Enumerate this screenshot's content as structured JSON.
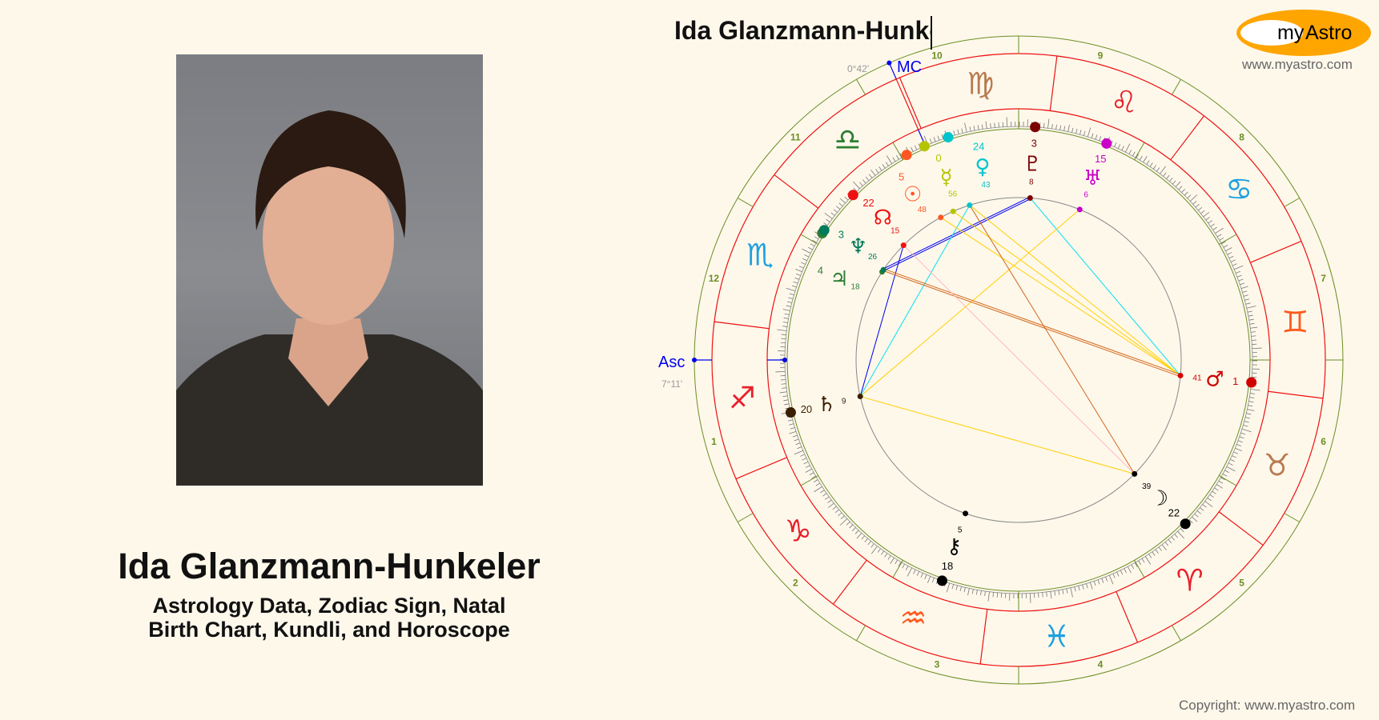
{
  "person": {
    "name": "Ida Glanzmann-Hunkeler",
    "subtitle_line1": "Astrology Data, Zodiac Sign, Natal",
    "subtitle_line2": "Birth Chart, Kundli, and Horoscope"
  },
  "chart_title": "Ida Glanzmann-Hunkeler",
  "logo": {
    "my": "my",
    "astro": "Astro",
    "url": "www.myastro.com",
    "color": "#ffa500"
  },
  "copyright": "Copyright: www.myastro.com",
  "angles": {
    "asc": {
      "label": "Asc",
      "degree": "7°11'",
      "longitude": 247.18
    },
    "mc": {
      "label": "MC",
      "degree": "0°42'",
      "longitude": 180.7
    }
  },
  "houses": [
    "1",
    "2",
    "3",
    "4",
    "5",
    "6",
    "7",
    "8",
    "9",
    "10",
    "11",
    "12"
  ],
  "signs": [
    {
      "name": "aries",
      "glyph": "♈",
      "color": "#e8202a"
    },
    {
      "name": "taurus",
      "glyph": "♉",
      "color": "#b87a50"
    },
    {
      "name": "gemini",
      "glyph": "♊",
      "color": "#ff5a1e"
    },
    {
      "name": "cancer",
      "glyph": "♋",
      "color": "#1ea0e0"
    },
    {
      "name": "leo",
      "glyph": "♌",
      "color": "#e8202a"
    },
    {
      "name": "virgo",
      "glyph": "♍",
      "color": "#b87a50"
    },
    {
      "name": "libra",
      "glyph": "♎",
      "color": "#2e7d32"
    },
    {
      "name": "scorpio",
      "glyph": "♏",
      "color": "#1ea0e0"
    },
    {
      "name": "sagittarius",
      "glyph": "♐",
      "color": "#e8202a"
    },
    {
      "name": "capricorn",
      "glyph": "♑",
      "color": "#e8202a"
    },
    {
      "name": "aquarius",
      "glyph": "♒",
      "color": "#ff5a1e"
    },
    {
      "name": "pisces",
      "glyph": "♓",
      "color": "#1ea0e0"
    }
  ],
  "planets": [
    {
      "key": "sun",
      "glyph": "☉",
      "deg": "5",
      "min": "48",
      "longitude": 185.8,
      "color": "#ff5722"
    },
    {
      "key": "moon",
      "glyph": "☽",
      "deg": "22",
      "min": "39",
      "longitude": 22.65,
      "color": "#000000"
    },
    {
      "key": "mercury",
      "glyph": "☿",
      "deg": "0",
      "min": "56",
      "longitude": 180.93,
      "color": "#b5c400"
    },
    {
      "key": "venus",
      "glyph": "♀",
      "deg": "24",
      "min": "43",
      "longitude": 174.72,
      "color": "#00c4cc"
    },
    {
      "key": "mars",
      "glyph": "♂",
      "deg": "1",
      "min": "41",
      "longitude": 61.68,
      "color": "#d00000"
    },
    {
      "key": "jupiter",
      "glyph": "♃",
      "deg": "4",
      "min": "18",
      "longitude": 214.3,
      "color": "#2e7d32"
    },
    {
      "key": "saturn",
      "glyph": "♄",
      "deg": "20",
      "min": "9",
      "longitude": 260.15,
      "color": "#3a1e00"
    },
    {
      "key": "uranus",
      "glyph": "♅",
      "deg": "15",
      "min": "6",
      "longitude": 135.1,
      "color": "#c800c8"
    },
    {
      "key": "neptune",
      "glyph": "♆",
      "deg": "3",
      "min": "26",
      "longitude": 213.43,
      "color": "#007a5a"
    },
    {
      "key": "pluto",
      "glyph": "♇",
      "deg": "3",
      "min": "8",
      "longitude": 153.13,
      "color": "#7a0000"
    },
    {
      "key": "node",
      "glyph": "☊",
      "deg": "22",
      "min": "15",
      "longitude": 202.25,
      "color": "#ee1111"
    },
    {
      "key": "chiron",
      "glyph": "⚷",
      "deg": "18",
      "min": "5",
      "longitude": 318.08,
      "color": "#000000"
    }
  ],
  "aspects": [
    {
      "a": "pluto",
      "b": "neptune",
      "color": "#0000ee",
      "double": true
    },
    {
      "a": "node",
      "b": "saturn",
      "color": "#0000ee"
    },
    {
      "a": "venus",
      "b": "saturn",
      "color": "#00e0f0"
    },
    {
      "a": "pluto",
      "b": "mars",
      "color": "#00e0f0"
    },
    {
      "a": "mars",
      "b": "sun",
      "color": "#ffd000"
    },
    {
      "a": "mars",
      "b": "mercury",
      "color": "#ffd000"
    },
    {
      "a": "mars",
      "b": "venus",
      "color": "#ffd000"
    },
    {
      "a": "uranus",
      "b": "saturn",
      "color": "#ffd000"
    },
    {
      "a": "saturn",
      "b": "moon",
      "color": "#ffd000"
    },
    {
      "a": "neptune",
      "b": "mars",
      "color": "#d2691e",
      "double": true
    },
    {
      "a": "venus",
      "b": "moon",
      "color": "#d2691e"
    },
    {
      "a": "node",
      "b": "moon",
      "color": "#ffb6c1"
    }
  ]
}
